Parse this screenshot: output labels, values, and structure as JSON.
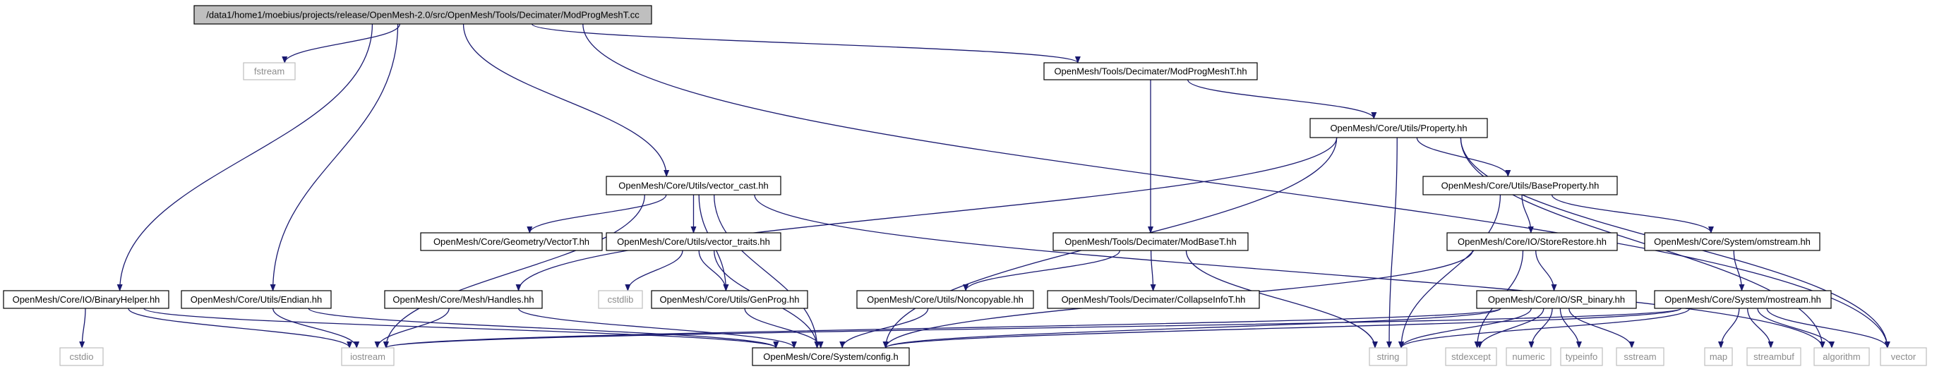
{
  "colors": {
    "edge": "#191970",
    "node_border": "#000000",
    "external_border": "#bfbfbf",
    "external_text": "#8c8c8c",
    "root_fill": "#bfbfbf",
    "text": "#000000"
  },
  "nodes": [
    {
      "id": "root",
      "label": "/data1/home1/moebius/projects/release/OpenMesh-2.0/src/OpenMesh/Tools/Decimater/ModProgMeshT.cc",
      "kind": "root"
    },
    {
      "id": "fstream",
      "label": "fstream",
      "kind": "external"
    },
    {
      "id": "modprogh",
      "label": "OpenMesh/Tools/Decimater/ModProgMeshT.hh",
      "kind": "file"
    },
    {
      "id": "property",
      "label": "OpenMesh/Core/Utils/Property.hh",
      "kind": "file"
    },
    {
      "id": "vcast",
      "label": "OpenMesh/Core/Utils/vector_cast.hh",
      "kind": "file"
    },
    {
      "id": "baseprop",
      "label": "OpenMesh/Core/Utils/BaseProperty.hh",
      "kind": "file"
    },
    {
      "id": "vectort",
      "label": "OpenMesh/Core/Geometry/VectorT.hh",
      "kind": "file"
    },
    {
      "id": "vtraits",
      "label": "OpenMesh/Core/Utils/vector_traits.hh",
      "kind": "file"
    },
    {
      "id": "modbase",
      "label": "OpenMesh/Tools/Decimater/ModBaseT.hh",
      "kind": "file"
    },
    {
      "id": "storerestore",
      "label": "OpenMesh/Core/IO/StoreRestore.hh",
      "kind": "file"
    },
    {
      "id": "omstream",
      "label": "OpenMesh/Core/System/omstream.hh",
      "kind": "file"
    },
    {
      "id": "binhelper",
      "label": "OpenMesh/Core/IO/BinaryHelper.hh",
      "kind": "file"
    },
    {
      "id": "endian",
      "label": "OpenMesh/Core/Utils/Endian.hh",
      "kind": "file"
    },
    {
      "id": "handles",
      "label": "OpenMesh/Core/Mesh/Handles.hh",
      "kind": "file"
    },
    {
      "id": "cstdlib",
      "label": "cstdlib",
      "kind": "external"
    },
    {
      "id": "genprog",
      "label": "OpenMesh/Core/Utils/GenProg.hh",
      "kind": "file"
    },
    {
      "id": "noncopy",
      "label": "OpenMesh/Core/Utils/Noncopyable.hh",
      "kind": "file"
    },
    {
      "id": "collapse",
      "label": "OpenMesh/Tools/Decimater/CollapseInfoT.hh",
      "kind": "file"
    },
    {
      "id": "srbinary",
      "label": "OpenMesh/Core/IO/SR_binary.hh",
      "kind": "file"
    },
    {
      "id": "mostream",
      "label": "OpenMesh/Core/System/mostream.hh",
      "kind": "file"
    },
    {
      "id": "cstdio",
      "label": "cstdio",
      "kind": "external"
    },
    {
      "id": "iostream",
      "label": "iostream",
      "kind": "external"
    },
    {
      "id": "config",
      "label": "OpenMesh/Core/System/config.h",
      "kind": "file"
    },
    {
      "id": "string",
      "label": "string",
      "kind": "external"
    },
    {
      "id": "stdexcept",
      "label": "stdexcept",
      "kind": "external"
    },
    {
      "id": "numeric",
      "label": "numeric",
      "kind": "external"
    },
    {
      "id": "typeinfo",
      "label": "typeinfo",
      "kind": "external"
    },
    {
      "id": "sstream",
      "label": "sstream",
      "kind": "external"
    },
    {
      "id": "map",
      "label": "map",
      "kind": "external"
    },
    {
      "id": "streambuf",
      "label": "streambuf",
      "kind": "external"
    },
    {
      "id": "algorithm",
      "label": "algorithm",
      "kind": "external"
    },
    {
      "id": "vector",
      "label": "vector",
      "kind": "external"
    }
  ],
  "edges": [
    [
      "root",
      "fstream"
    ],
    [
      "root",
      "modprogh"
    ],
    [
      "root",
      "vcast"
    ],
    [
      "root",
      "binhelper"
    ],
    [
      "root",
      "endian"
    ],
    [
      "root",
      "vector"
    ],
    [
      "modprogh",
      "property"
    ],
    [
      "modprogh",
      "modbase"
    ],
    [
      "property",
      "handles"
    ],
    [
      "property",
      "config"
    ],
    [
      "property",
      "string"
    ],
    [
      "property",
      "baseprop"
    ],
    [
      "property",
      "algorithm"
    ],
    [
      "property",
      "vector"
    ],
    [
      "vcast",
      "iostream"
    ],
    [
      "vcast",
      "vectort"
    ],
    [
      "vcast",
      "vtraits"
    ],
    [
      "vcast",
      "genprog"
    ],
    [
      "vcast",
      "config"
    ],
    [
      "vcast",
      "algorithm"
    ],
    [
      "baseprop",
      "string"
    ],
    [
      "baseprop",
      "storerestore"
    ],
    [
      "baseprop",
      "omstream"
    ],
    [
      "vtraits",
      "cstdlib"
    ],
    [
      "vtraits",
      "genprog"
    ],
    [
      "vtraits",
      "config"
    ],
    [
      "modbase",
      "noncopy"
    ],
    [
      "modbase",
      "collapse"
    ],
    [
      "modbase",
      "string"
    ],
    [
      "storerestore",
      "config"
    ],
    [
      "storerestore",
      "stdexcept"
    ],
    [
      "storerestore",
      "srbinary"
    ],
    [
      "omstream",
      "mostream"
    ],
    [
      "binhelper",
      "cstdio"
    ],
    [
      "binhelper",
      "iostream"
    ],
    [
      "binhelper",
      "config"
    ],
    [
      "endian",
      "iostream"
    ],
    [
      "endian",
      "config"
    ],
    [
      "handles",
      "iostream"
    ],
    [
      "handles",
      "config"
    ],
    [
      "genprog",
      "config"
    ],
    [
      "noncopy",
      "config"
    ],
    [
      "srbinary",
      "config"
    ],
    [
      "srbinary",
      "iostream"
    ],
    [
      "srbinary",
      "string"
    ],
    [
      "srbinary",
      "stdexcept"
    ],
    [
      "srbinary",
      "numeric"
    ],
    [
      "srbinary",
      "typeinfo"
    ],
    [
      "srbinary",
      "sstream"
    ],
    [
      "mostream",
      "config"
    ],
    [
      "mostream",
      "iostream"
    ],
    [
      "mostream",
      "string"
    ],
    [
      "mostream",
      "map"
    ],
    [
      "mostream",
      "streambuf"
    ],
    [
      "mostream",
      "algorithm"
    ],
    [
      "mostream",
      "vector"
    ]
  ]
}
